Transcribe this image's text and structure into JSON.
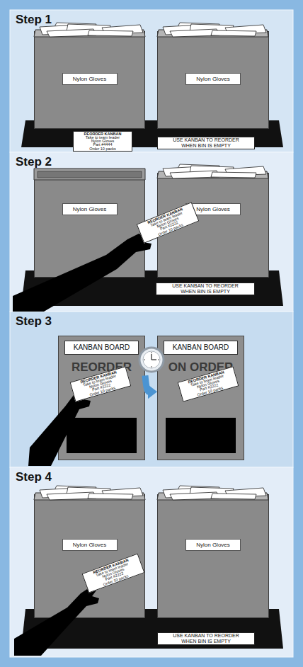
{
  "diagram": {
    "nodes": [
      {
        "text": [
          "Step 1"
        ]
      },
      {
        "text": [
          "Nylon Gloves"
        ],
        "in": 0
      },
      {
        "text": [
          "Nylon Gloves"
        ],
        "in": 0
      },
      {
        "text": [
          "REORDER KANBAN",
          "Take to team leader",
          "Nylon Gloves",
          "Part #4444",
          "Order 10 packs"
        ],
        "in": 0
      },
      {
        "text": [
          "USE KANBAN TO REORDER WHEN BIN IS EMPTY"
        ],
        "in": 0
      },
      {
        "text": [
          "Step 2"
        ]
      },
      {
        "text": [
          "Nylon Gloves"
        ],
        "in": 5
      },
      {
        "text": [
          "Nylon Gloves"
        ],
        "in": 5
      },
      {
        "text": [
          "REORDER KANBAN",
          "Take to team leader",
          "Nylon Gloves",
          "Part #2222",
          "Order 10 packs"
        ],
        "in": 5
      },
      {
        "text": [
          "USE KANBAN TO REORDER WHEN BIN IS EMPTY"
        ],
        "in": 5
      },
      {
        "text": [
          "Step 3"
        ]
      },
      {
        "text": [
          "KANBAN BOARD",
          "REORDER"
        ],
        "in": 10
      },
      {
        "text": [
          "REORDER KANBAN",
          "Take to team leader",
          "Nylon Gloves",
          "Part #2222",
          "Order 10 packs"
        ],
        "in": 11
      },
      {
        "text": [
          "KANBAN BOARD",
          "ON ORDER"
        ],
        "in": 10
      },
      {
        "text": [
          "REORDER KANBAN",
          "Take to team leader",
          "Nylon Gloves",
          "Part #2222",
          "Order 10 packs"
        ],
        "in": 13
      },
      {
        "text": [
          "Step 4"
        ]
      },
      {
        "text": [
          "Nylon Gloves"
        ],
        "in": 15
      },
      {
        "text": [
          "Nylon Gloves"
        ],
        "in": 15
      },
      {
        "text": [
          "REORDER KANBAN",
          "Take to team leader",
          "Nylon Gloves",
          "Part #2222",
          "Order 10 packs"
        ],
        "in": 15
      },
      {
        "text": [
          "USE KANBAN TO REORDER WHEN BIN IS EMPTY"
        ],
        "in": 15
      }
    ],
    "edges": [
      {
        "from": 11,
        "to": 13,
        "arrow": "to"
      }
    ]
  }
}
